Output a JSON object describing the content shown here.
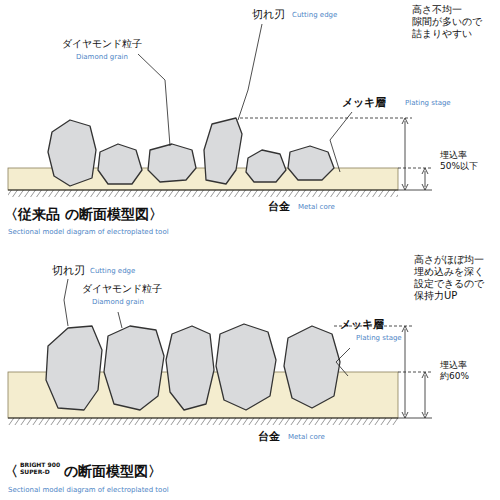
{
  "diagram": {
    "labels": [
      "切れ刃",
      "Cutting edge",
      "ダイヤモンド粒子",
      "Diamond grain",
      "高さ不均一 隙間が多いので 詰まりやすい",
      "メッキ層",
      "Plating stage",
      "埋込率 50%以下",
      "台金",
      "Metal core",
      "〈従来品 の断面模型図〉",
      "Sectional model diagram of electroplated tool",
      "切れ刃",
      "Cutting edge",
      "ダイヤモンド粒子",
      "Diamond grain",
      "高さがほぼ均一 埋め込みを深く 設定できるので 保持力UP",
      "メッキ層",
      "Plating stage",
      "埋込率 約60%",
      "台金",
      "Metal core",
      "〈",
      "BRIGHT 900 SUPER-D",
      "の断面模型図〉",
      "Sectional model diagram of electroplated tool"
    ]
  }
}
